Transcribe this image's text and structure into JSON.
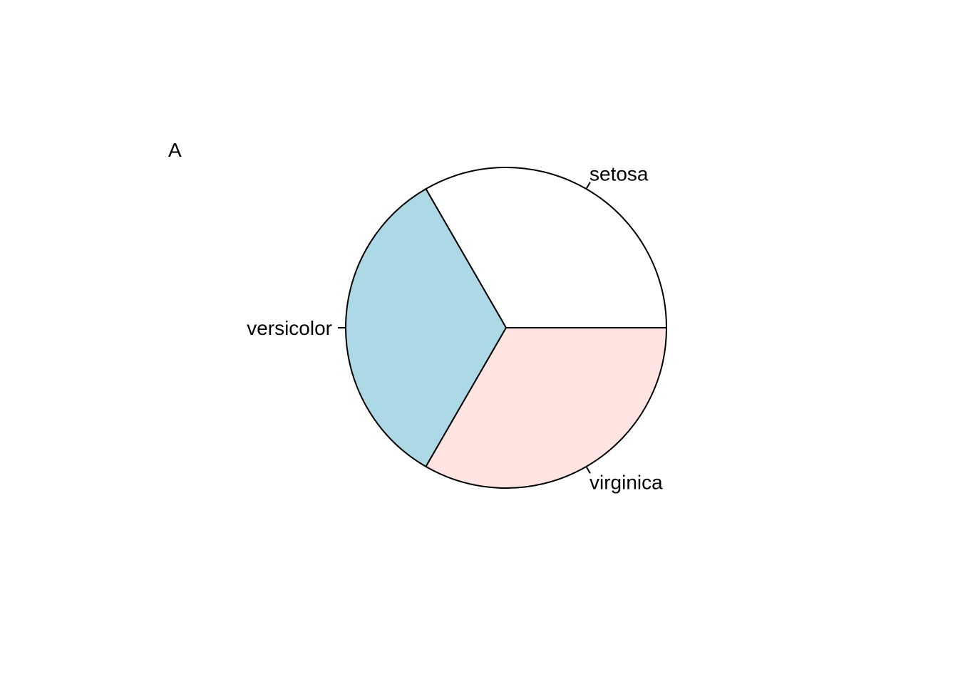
{
  "panel_label": "A",
  "chart_data": {
    "type": "pie",
    "categories": [
      "setosa",
      "versicolor",
      "virginica"
    ],
    "values": [
      50,
      50,
      50
    ],
    "colors": [
      "#FFFFFF",
      "#ADD8E6",
      "#FFE4E1"
    ],
    "start_angle_deg": 0,
    "direction": "counterclockwise",
    "border_color": "#000000"
  }
}
